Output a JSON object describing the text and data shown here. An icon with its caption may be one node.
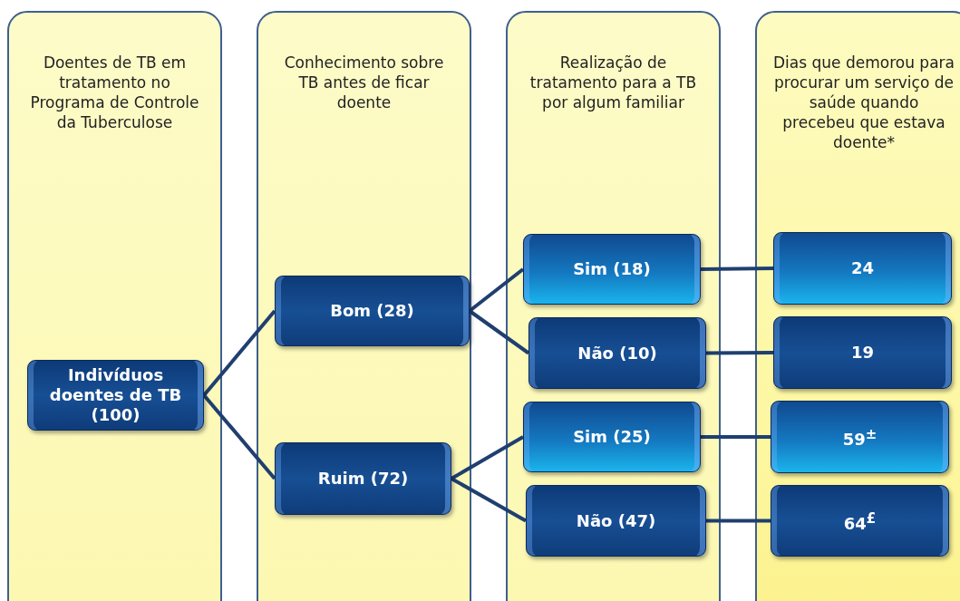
{
  "diagram": {
    "nodes": [
      {
        "text": [
          "Doentes de TB em tratamento no Programa de Controle da Tuberculose"
        ]
      },
      {
        "text": [
          "Conhecimento sobre TB antes de ficar doente"
        ]
      },
      {
        "text": [
          "Realização de tratamento para a TB por algum familiar"
        ]
      },
      {
        "text": [
          "Dias que demorou para procurar um serviço de saúde quando precebeu que estava doente*"
        ]
      },
      {
        "text": [
          "Indivíduos doentes de TB (100)"
        ],
        "in": 0
      },
      {
        "text": [
          "Bom (28)"
        ],
        "in": 1
      },
      {
        "text": [
          "Ruim (72)"
        ],
        "in": 1
      },
      {
        "text": [
          "Sim (18)"
        ],
        "in": 2
      },
      {
        "text": [
          "Não (10)"
        ],
        "in": 2
      },
      {
        "text": [
          "Sim (25)"
        ],
        "in": 2
      },
      {
        "text": [
          "Não (47)"
        ],
        "in": 2
      },
      {
        "text": [
          "24"
        ],
        "in": 3
      },
      {
        "text": [
          "19"
        ],
        "in": 3
      },
      {
        "text": [
          "59$^{±}$"
        ],
        "in": 3
      },
      {
        "text": [
          "64$^{£}$"
        ],
        "in": 3
      }
    ],
    "edges": [
      {
        "from": 4,
        "to": 5,
        "arrow": "none"
      },
      {
        "from": 4,
        "to": 6,
        "arrow": "none"
      },
      {
        "from": 5,
        "to": 7,
        "arrow": "none"
      },
      {
        "from": 5,
        "to": 8,
        "arrow": "none"
      },
      {
        "from": 6,
        "to": 9,
        "arrow": "none"
      },
      {
        "from": 6,
        "to": 10,
        "arrow": "none"
      },
      {
        "from": 7,
        "to": 11,
        "arrow": "none"
      },
      {
        "from": 8,
        "to": 12,
        "arrow": "none"
      },
      {
        "from": 9,
        "to": 13,
        "arrow": "none"
      },
      {
        "from": 10,
        "to": 14,
        "arrow": "none"
      }
    ]
  }
}
